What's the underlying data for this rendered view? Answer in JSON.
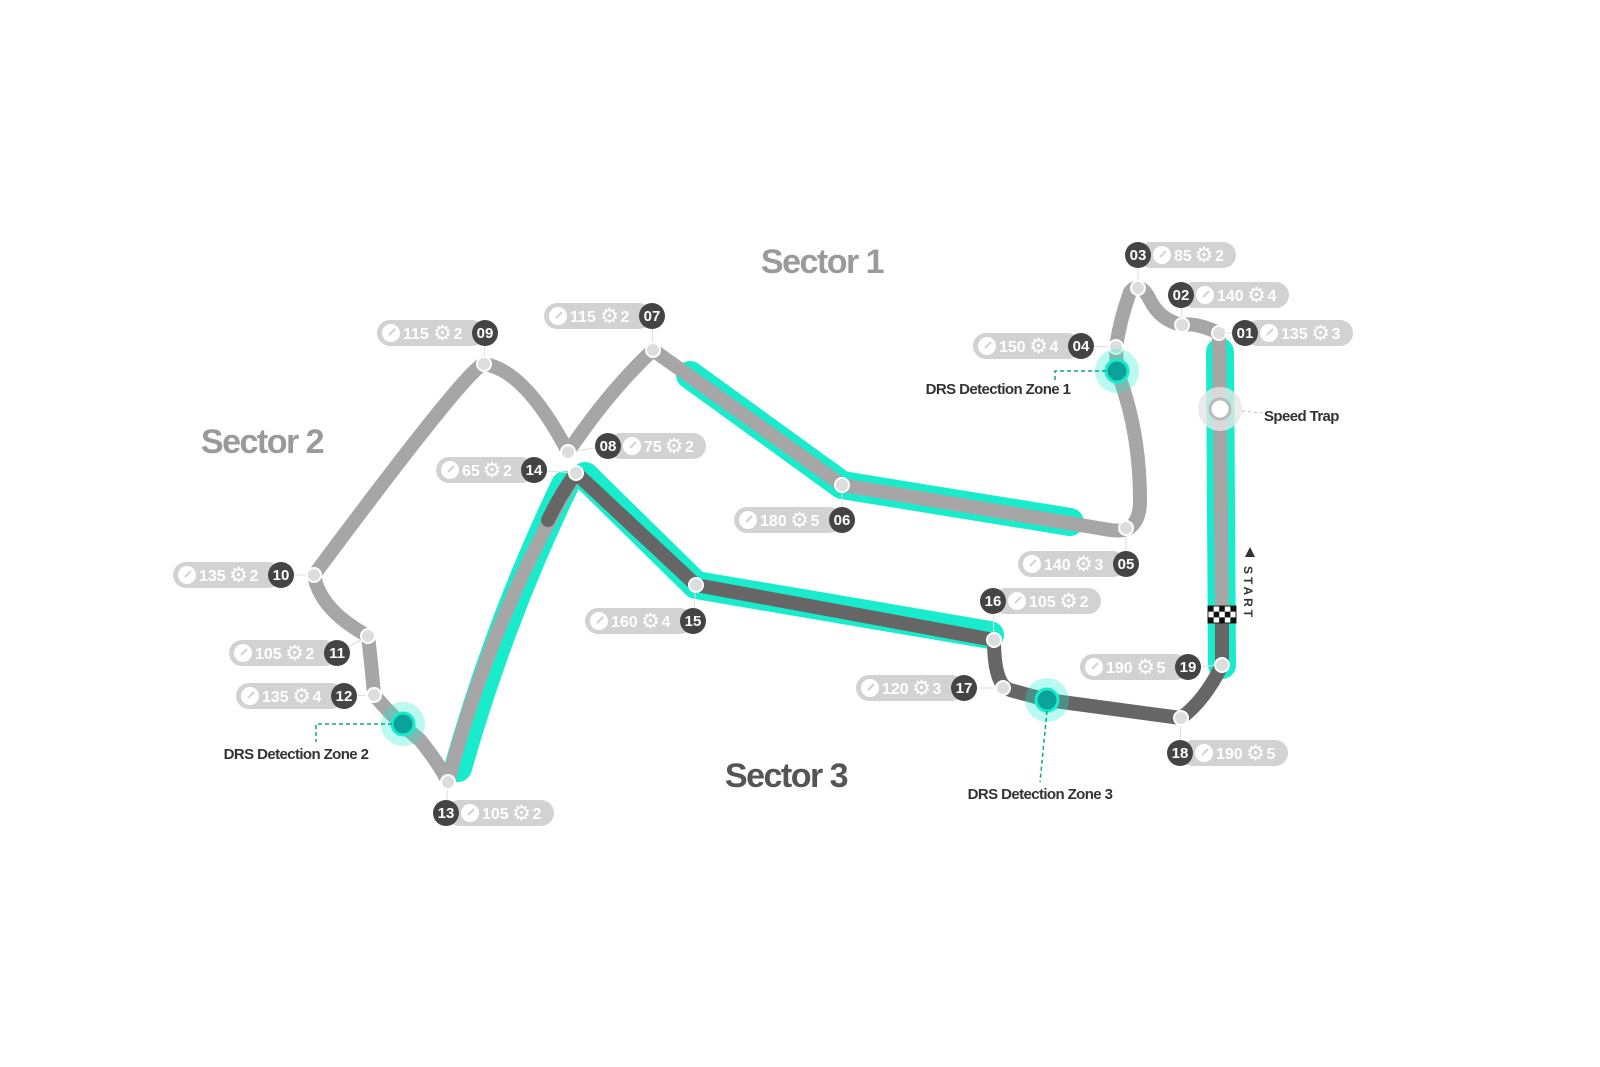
{
  "colors": {
    "drs": "#19eccc",
    "track_light": "#a6a6a6",
    "track_dark": "#666666",
    "pill": "#d2d2d2",
    "badge": "#444444",
    "drs_dot": "#0aa39a"
  },
  "sectors": [
    "Sector 1",
    "Sector 2",
    "Sector 3"
  ],
  "drs_zones": [
    "DRS Detection Zone 1",
    "DRS Detection Zone 2",
    "DRS Detection Zone 3"
  ],
  "speed_trap": "Speed Trap",
  "start_label": "START",
  "icons": {
    "speed": "speedometer-icon",
    "gear": "gear-icon",
    "finish": "checkered-flag-icon"
  },
  "turns": [
    {
      "num": "01",
      "speed": "135",
      "gear": "3"
    },
    {
      "num": "02",
      "speed": "140",
      "gear": "4"
    },
    {
      "num": "03",
      "speed": "85",
      "gear": "2"
    },
    {
      "num": "04",
      "speed": "150",
      "gear": "4"
    },
    {
      "num": "05",
      "speed": "140",
      "gear": "3"
    },
    {
      "num": "06",
      "speed": "180",
      "gear": "5"
    },
    {
      "num": "07",
      "speed": "115",
      "gear": "2"
    },
    {
      "num": "08",
      "speed": "75",
      "gear": "2"
    },
    {
      "num": "09",
      "speed": "115",
      "gear": "2"
    },
    {
      "num": "10",
      "speed": "135",
      "gear": "2"
    },
    {
      "num": "11",
      "speed": "105",
      "gear": "2"
    },
    {
      "num": "12",
      "speed": "135",
      "gear": "4"
    },
    {
      "num": "13",
      "speed": "105",
      "gear": "2"
    },
    {
      "num": "14",
      "speed": "65",
      "gear": "2"
    },
    {
      "num": "15",
      "speed": "160",
      "gear": "4"
    },
    {
      "num": "16",
      "speed": "105",
      "gear": "2"
    },
    {
      "num": "17",
      "speed": "120",
      "gear": "3"
    },
    {
      "num": "18",
      "speed": "190",
      "gear": "5"
    },
    {
      "num": "19",
      "speed": "190",
      "gear": "5"
    }
  ]
}
